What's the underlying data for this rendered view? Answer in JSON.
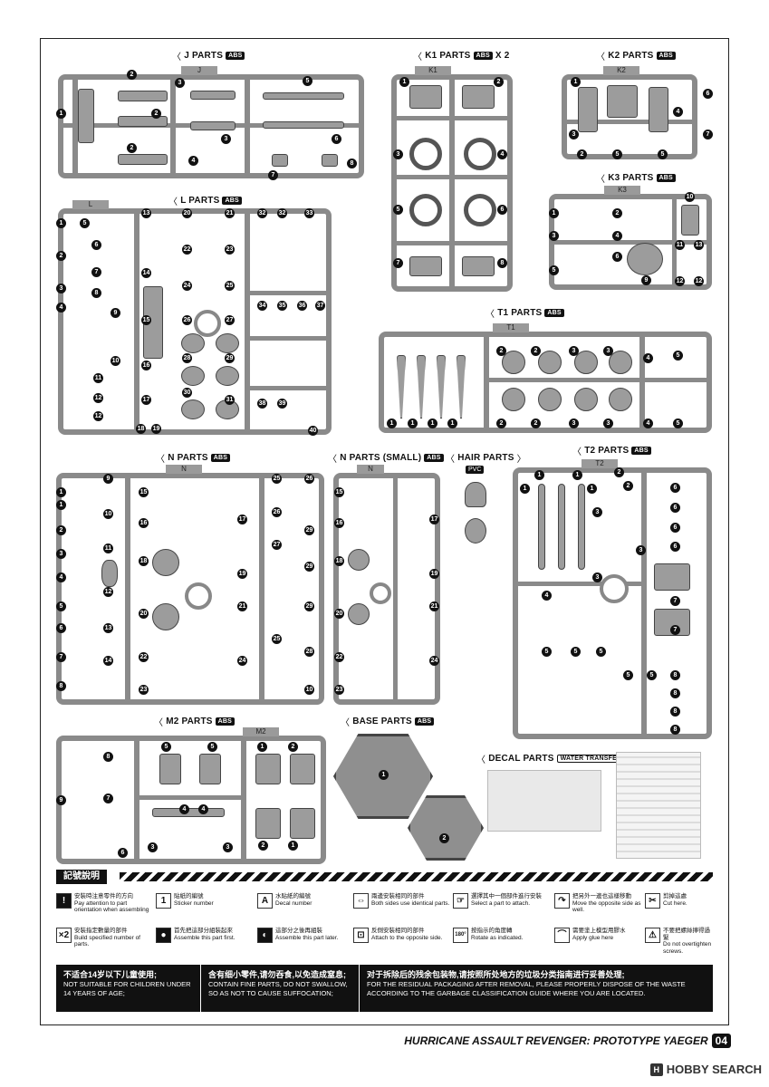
{
  "sections": {
    "j": {
      "label": "J PARTS",
      "tag": "ABS",
      "runner": "J"
    },
    "k1": {
      "label": "K1 PARTS",
      "tag": "ABS",
      "extra": "X 2",
      "runner": "K1"
    },
    "k2": {
      "label": "K2 PARTS",
      "tag": "ABS",
      "runner": "K2"
    },
    "k3": {
      "label": "K3 PARTS",
      "tag": "ABS",
      "runner": "K3"
    },
    "l": {
      "label": "L PARTS",
      "tag": "ABS",
      "runner": "L"
    },
    "t1": {
      "label": "T1 PARTS",
      "tag": "ABS",
      "runner": "T1"
    },
    "n": {
      "label": "N PARTS",
      "tag": "ABS",
      "runner": "N"
    },
    "ns": {
      "label": "N PARTS (SMALL)",
      "tag": "ABS",
      "runner": "N"
    },
    "hair": {
      "label": "HAIR PARTS",
      "tag": "PVC"
    },
    "t2": {
      "label": "T2 PARTS",
      "tag": "ABS",
      "runner": "T2"
    },
    "m2": {
      "label": "M2 PARTS",
      "tag": "ABS",
      "runner": "M2"
    },
    "base": {
      "label": "BASE PARTS",
      "tag": "ABS"
    },
    "decal": {
      "label": "DECAL PARTS",
      "tag": "WATER TRANSFER"
    }
  },
  "legend": {
    "title": "記號說明",
    "items": [
      {
        "icon": "!",
        "cn": "安裝時注意零件的方向",
        "en": "Pay attention to part orientation when assembling"
      },
      {
        "icon": "1",
        "cn": "貼紙的編號",
        "en": "Sticker number"
      },
      {
        "icon": "A",
        "cn": "水貼紙的編號",
        "en": "Decal number"
      },
      {
        "icon": "⇔",
        "cn": "兩邊安裝相同的部件",
        "en": "Both sides use identical parts."
      },
      {
        "icon": "☞",
        "cn": "選擇其中一個部件進行安裝",
        "en": "Select a part to attach."
      },
      {
        "icon": "↷",
        "cn": "把另外一邊也這樣移動",
        "en": "Move the opposite side as well."
      },
      {
        "icon": "✂",
        "cn": "剪掉這處",
        "en": "Cut here."
      },
      {
        "icon": "×2",
        "cn": "安裝指定數量的部件",
        "en": "Build specified number of parts."
      },
      {
        "icon": "●",
        "cn": "首先把這部分組裝起來",
        "en": "Assemble this part first."
      },
      {
        "icon": "◐",
        "cn": "這部分之後再組裝",
        "en": "Assemble this part later."
      },
      {
        "icon": "⊡",
        "cn": "反側安裝相同的部件",
        "en": "Attach to the opposite side."
      },
      {
        "icon": "180°",
        "cn": "按指示的角度轉",
        "en": "Rotate as indicated."
      },
      {
        "icon": "⌒",
        "cn": "需要塗上模型用膠水",
        "en": "Apply glue here"
      },
      {
        "icon": "⚠",
        "cn": "不要把螺絲擰得過緊",
        "en": "Do not overtighten screws."
      }
    ]
  },
  "warning": {
    "c1cn": "不适合14岁以下儿童使用;",
    "c1en": "NOT SUITABLE FOR CHILDREN UNDER 14 YEARS OF AGE;",
    "c2cn": "含有细小零件,请勿吞食,以免造成窒息;",
    "c2en": "CONTAIN FINE PARTS, DO NOT SWALLOW, SO AS NOT TO CAUSE SUFFOCATION;",
    "c3cn": "对于拆除后的残余包装物,请按照所处地方的垃圾分类指南进行妥善处理;",
    "c3en": "FOR THE RESIDUAL PACKAGING AFTER REMOVAL, PLEASE PROPERLY DISPOSE OF THE WASTE ACCORDING TO THE GARBAGE CLASSIFICATION GUIDE WHERE YOU ARE LOCATED."
  },
  "footer": {
    "title": "HURRICANE ASSAULT REVENGER: PROTOTYPE YAEGER",
    "page": "04"
  },
  "watermark": {
    "text": "HOBBY SEARCH"
  },
  "colors": {
    "runner": "#8a8a8a",
    "ink": "#111111"
  }
}
